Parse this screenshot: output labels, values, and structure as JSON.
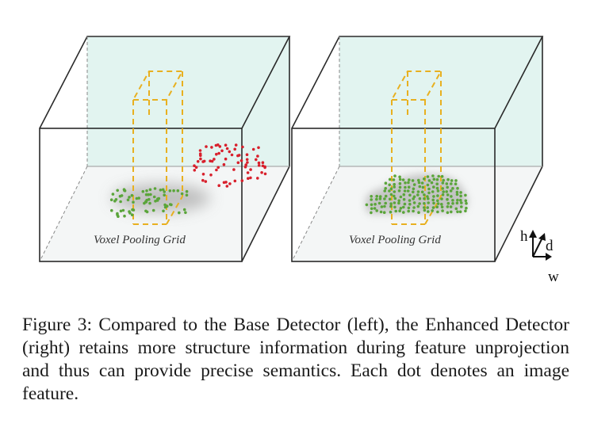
{
  "left_panel": {
    "grid_label": "Voxel Pooling Grid"
  },
  "right_panel": {
    "grid_label": "Voxel Pooling Grid"
  },
  "axes": {
    "h": "h",
    "d": "d",
    "w": "w"
  },
  "caption": "Figure 3: Compared to the Base Detector (left), the Enhanced Detector (right) retains more structure information during feature unprojection and thus can provide precise semantics. Each dot denotes an image feature.",
  "colors": {
    "cube_top": "#dff3ef",
    "dashed_column": "#e8b020",
    "green_dot": "#5aa53a",
    "red_dot": "#d8202c",
    "blur": "#b8b8b8"
  }
}
